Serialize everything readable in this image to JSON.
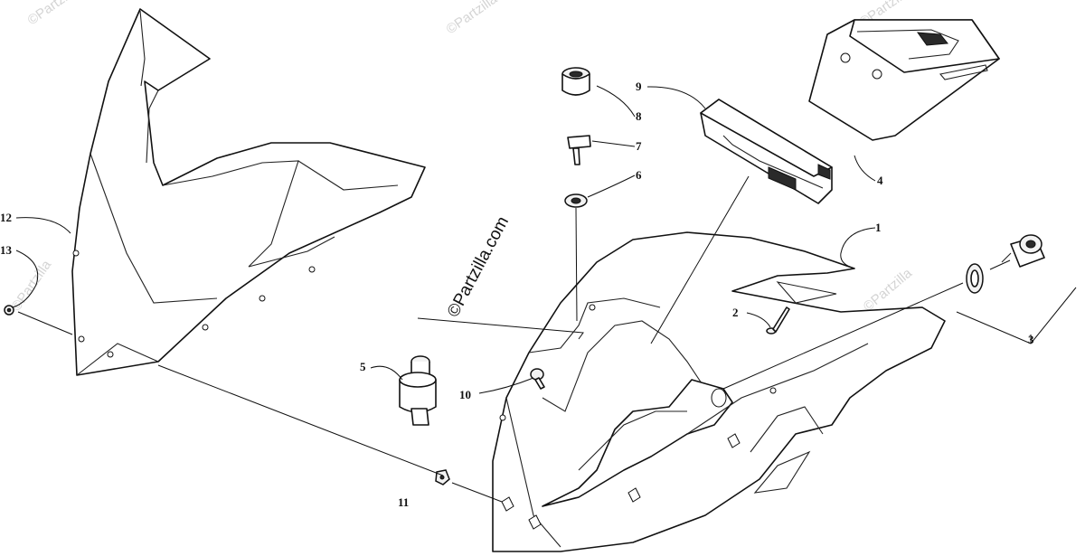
{
  "watermark": "©Partzilla",
  "brand_text": "©Partzilla.com",
  "callouts": [
    {
      "id": "1",
      "label": "1"
    },
    {
      "id": "2",
      "label": "2"
    },
    {
      "id": "3",
      "label": "3"
    },
    {
      "id": "4",
      "label": "4"
    },
    {
      "id": "5",
      "label": "5"
    },
    {
      "id": "6",
      "label": "6"
    },
    {
      "id": "7",
      "label": "7"
    },
    {
      "id": "8",
      "label": "8"
    },
    {
      "id": "9",
      "label": "9"
    },
    {
      "id": "10",
      "label": "10"
    },
    {
      "id": "11",
      "label": "11"
    },
    {
      "id": "12",
      "label": "12"
    },
    {
      "id": "13",
      "label": "13"
    }
  ]
}
